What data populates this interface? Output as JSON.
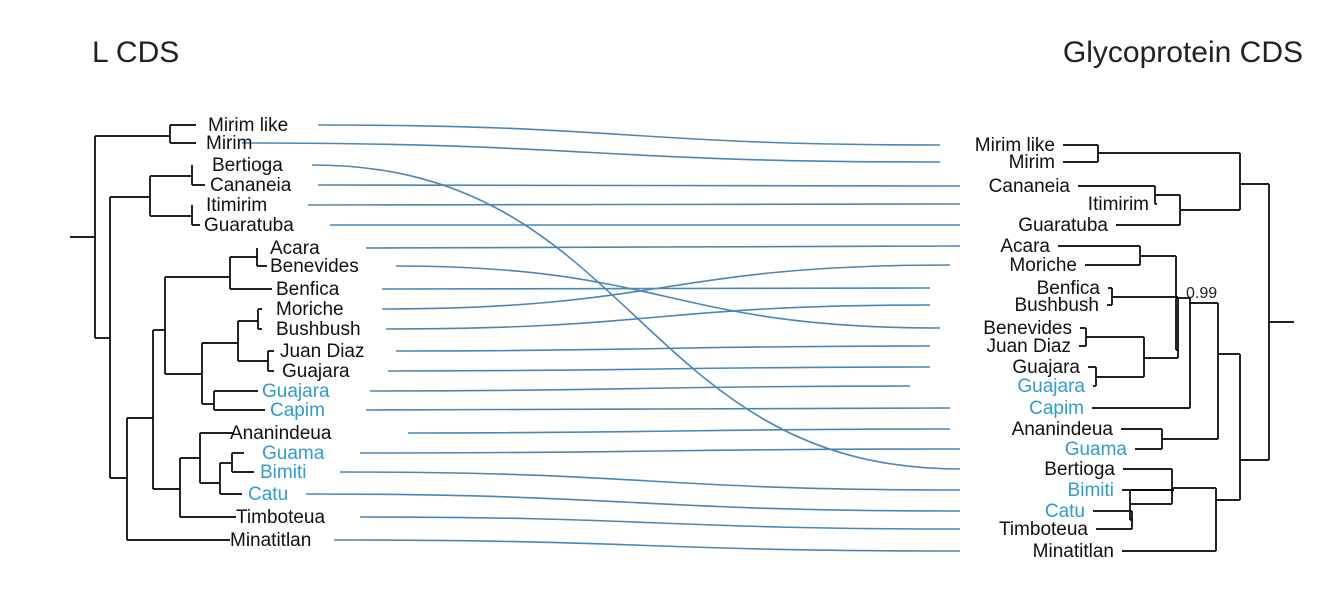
{
  "left_tree": {
    "title": "L CDS",
    "taxa": [
      {
        "name": "Mirim like",
        "highlight": false
      },
      {
        "name": "Mirim",
        "highlight": false
      },
      {
        "name": "Bertioga",
        "highlight": false
      },
      {
        "name": "Cananeia",
        "highlight": false
      },
      {
        "name": "Itimirim",
        "highlight": false
      },
      {
        "name": "Guaratuba",
        "highlight": false
      },
      {
        "name": "Acara",
        "highlight": false
      },
      {
        "name": "Benevides",
        "highlight": false
      },
      {
        "name": "Benfica",
        "highlight": false
      },
      {
        "name": "Moriche",
        "highlight": false
      },
      {
        "name": "Bushbush",
        "highlight": false
      },
      {
        "name": "Juan Diaz",
        "highlight": false
      },
      {
        "name": "Guajara",
        "highlight": false
      },
      {
        "name": "Guajara",
        "highlight": true
      },
      {
        "name": "Capim",
        "highlight": true
      },
      {
        "name": "Ananindeua",
        "highlight": false
      },
      {
        "name": "Guama",
        "highlight": true
      },
      {
        "name": "Bimiti",
        "highlight": true
      },
      {
        "name": "Catu",
        "highlight": true
      },
      {
        "name": "Timboteua",
        "highlight": false
      },
      {
        "name": "Minatitlan",
        "highlight": false
      }
    ]
  },
  "right_tree": {
    "title": "Glycoprotein CDS",
    "support_label": "0.99",
    "taxa": [
      {
        "name": "Mirim like",
        "highlight": false
      },
      {
        "name": "Mirim",
        "highlight": false
      },
      {
        "name": "Cananeia",
        "highlight": false
      },
      {
        "name": "Itimirim",
        "highlight": false
      },
      {
        "name": "Guaratuba",
        "highlight": false
      },
      {
        "name": "Acara",
        "highlight": false
      },
      {
        "name": "Moriche",
        "highlight": false
      },
      {
        "name": "Benfica",
        "highlight": false
      },
      {
        "name": "Bushbush",
        "highlight": false
      },
      {
        "name": "Benevides",
        "highlight": false
      },
      {
        "name": "Juan Diaz",
        "highlight": false
      },
      {
        "name": "Guajara",
        "highlight": false
      },
      {
        "name": "Guajara",
        "highlight": true
      },
      {
        "name": "Capim",
        "highlight": true
      },
      {
        "name": "Ananindeua",
        "highlight": false
      },
      {
        "name": "Guama",
        "highlight": true
      },
      {
        "name": "Bertioga",
        "highlight": false
      },
      {
        "name": "Bimiti",
        "highlight": true
      },
      {
        "name": "Catu",
        "highlight": true
      },
      {
        "name": "Timboteua",
        "highlight": false
      },
      {
        "name": "Minatitlan",
        "highlight": false
      }
    ]
  },
  "links": [
    [
      0,
      0
    ],
    [
      1,
      1
    ],
    [
      2,
      16
    ],
    [
      3,
      2
    ],
    [
      4,
      3
    ],
    [
      5,
      4
    ],
    [
      6,
      5
    ],
    [
      7,
      9
    ],
    [
      8,
      7
    ],
    [
      9,
      6
    ],
    [
      10,
      8
    ],
    [
      11,
      10
    ],
    [
      12,
      11
    ],
    [
      13,
      12
    ],
    [
      14,
      13
    ],
    [
      15,
      14
    ],
    [
      16,
      15
    ],
    [
      17,
      17
    ],
    [
      18,
      18
    ],
    [
      19,
      19
    ],
    [
      20,
      20
    ]
  ],
  "colors": {
    "highlight_taxon": "#2e9bd6",
    "normal_taxon": "#111111",
    "link": "#4a86b8",
    "tree": "#000000"
  }
}
